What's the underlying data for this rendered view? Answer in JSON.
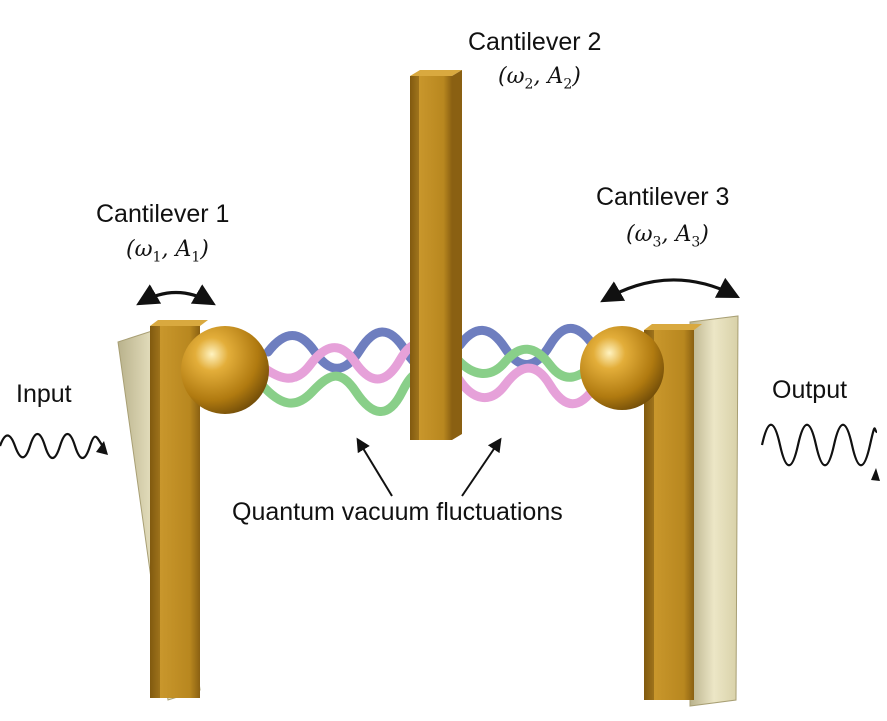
{
  "diagram": {
    "cantilevers": [
      {
        "id": "c1",
        "title": "Cantilever 1",
        "omega": "ω",
        "amp": "A",
        "index": "1"
      },
      {
        "id": "c2",
        "title": "Cantilever 2",
        "omega": "ω",
        "amp": "A",
        "index": "2"
      },
      {
        "id": "c3",
        "title": "Cantilever 3",
        "omega": "ω",
        "amp": "A",
        "index": "3"
      }
    ],
    "input_label": "Input",
    "output_label": "Output",
    "fluctuations_label": "Quantum vacuum fluctuations",
    "colors": {
      "cantilever_gold": "#b8871f",
      "cantilever_shadow": "#7a560e",
      "cantilever_ghost": "#ddd6b0",
      "sphere": "#c08a15",
      "wave_blue": "#4a5fb0",
      "wave_pink": "#e08ad0",
      "wave_green": "#6cc46c",
      "ink": "#111111"
    }
  }
}
